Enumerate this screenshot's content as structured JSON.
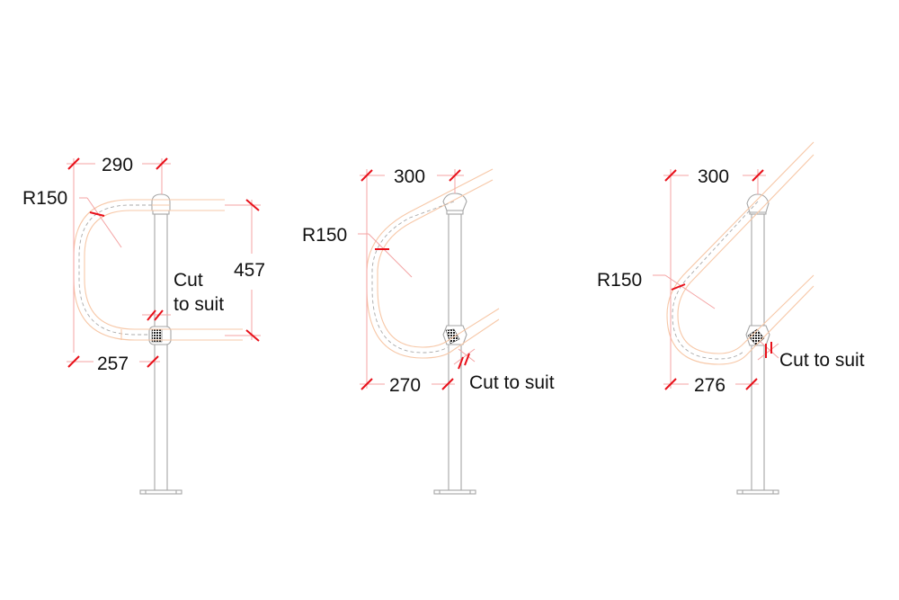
{
  "drawings": [
    {
      "name": "horizontal-loop-rail",
      "top_dimension": "290",
      "bottom_dimension": "257",
      "radius_label": "R150",
      "height_dimension": "457",
      "note_line1": "Cut",
      "note_line2": "to suit"
    },
    {
      "name": "inclined-loop-rail",
      "top_dimension": "300",
      "bottom_dimension": "270",
      "radius_label": "R150",
      "note": "Cut to suit"
    },
    {
      "name": "steep-inclined-loop-rail",
      "top_dimension": "300",
      "bottom_dimension": "276",
      "radius_label": "R150",
      "note": "Cut to suit"
    }
  ],
  "colors": {
    "dimension_tick": "#e8101a",
    "extension_line": "#f4a3a3",
    "rail_outline": "#f7c8a8",
    "post_outline": "#a6a6a6",
    "text": "#111111"
  }
}
